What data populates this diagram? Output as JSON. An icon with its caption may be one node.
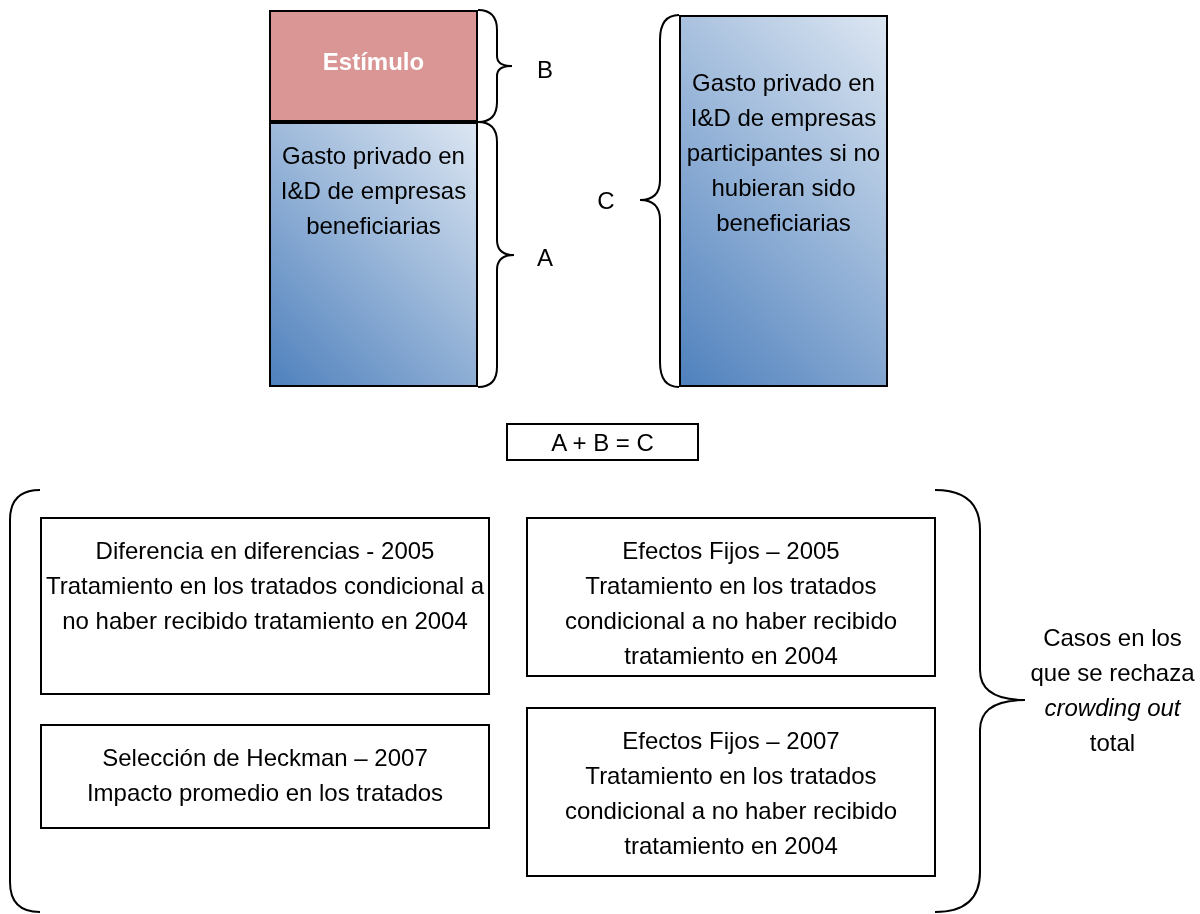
{
  "diagram": {
    "nodes": [
      {
        "text": [
          "Estímulo"
        ]
      },
      {
        "text": [
          "Gasto privado en I&D de empresas beneficiarias"
        ]
      },
      {
        "text": [
          "Gasto privado en I&D de empresas participantes si no hubieran sido beneficiarias"
        ]
      },
      {
        "text": [
          "A + B = C"
        ]
      },
      {
        "text": [
          "Diferencia en diferencias -  2005",
          "Tratamiento en los tratados condicional a no haber recibido tratamiento en 2004"
        ]
      },
      {
        "text": [
          "Efectos Fijos – 2005",
          "Tratamiento en los tratados condicional a no haber recibido tratamiento en 2004"
        ]
      },
      {
        "text": [
          "Selección de Heckman – 2007",
          "Impacto promedio en los tratados"
        ]
      },
      {
        "text": [
          "Efectos Fijos – 2007",
          "Tratamiento en los tratados condicional a no haber recibido tratamiento en 2004"
        ]
      }
    ],
    "edges": [],
    "labels": [
      "B",
      "C",
      "A",
      "Casos en los que se rechaza *crowding out* total"
    ]
  }
}
